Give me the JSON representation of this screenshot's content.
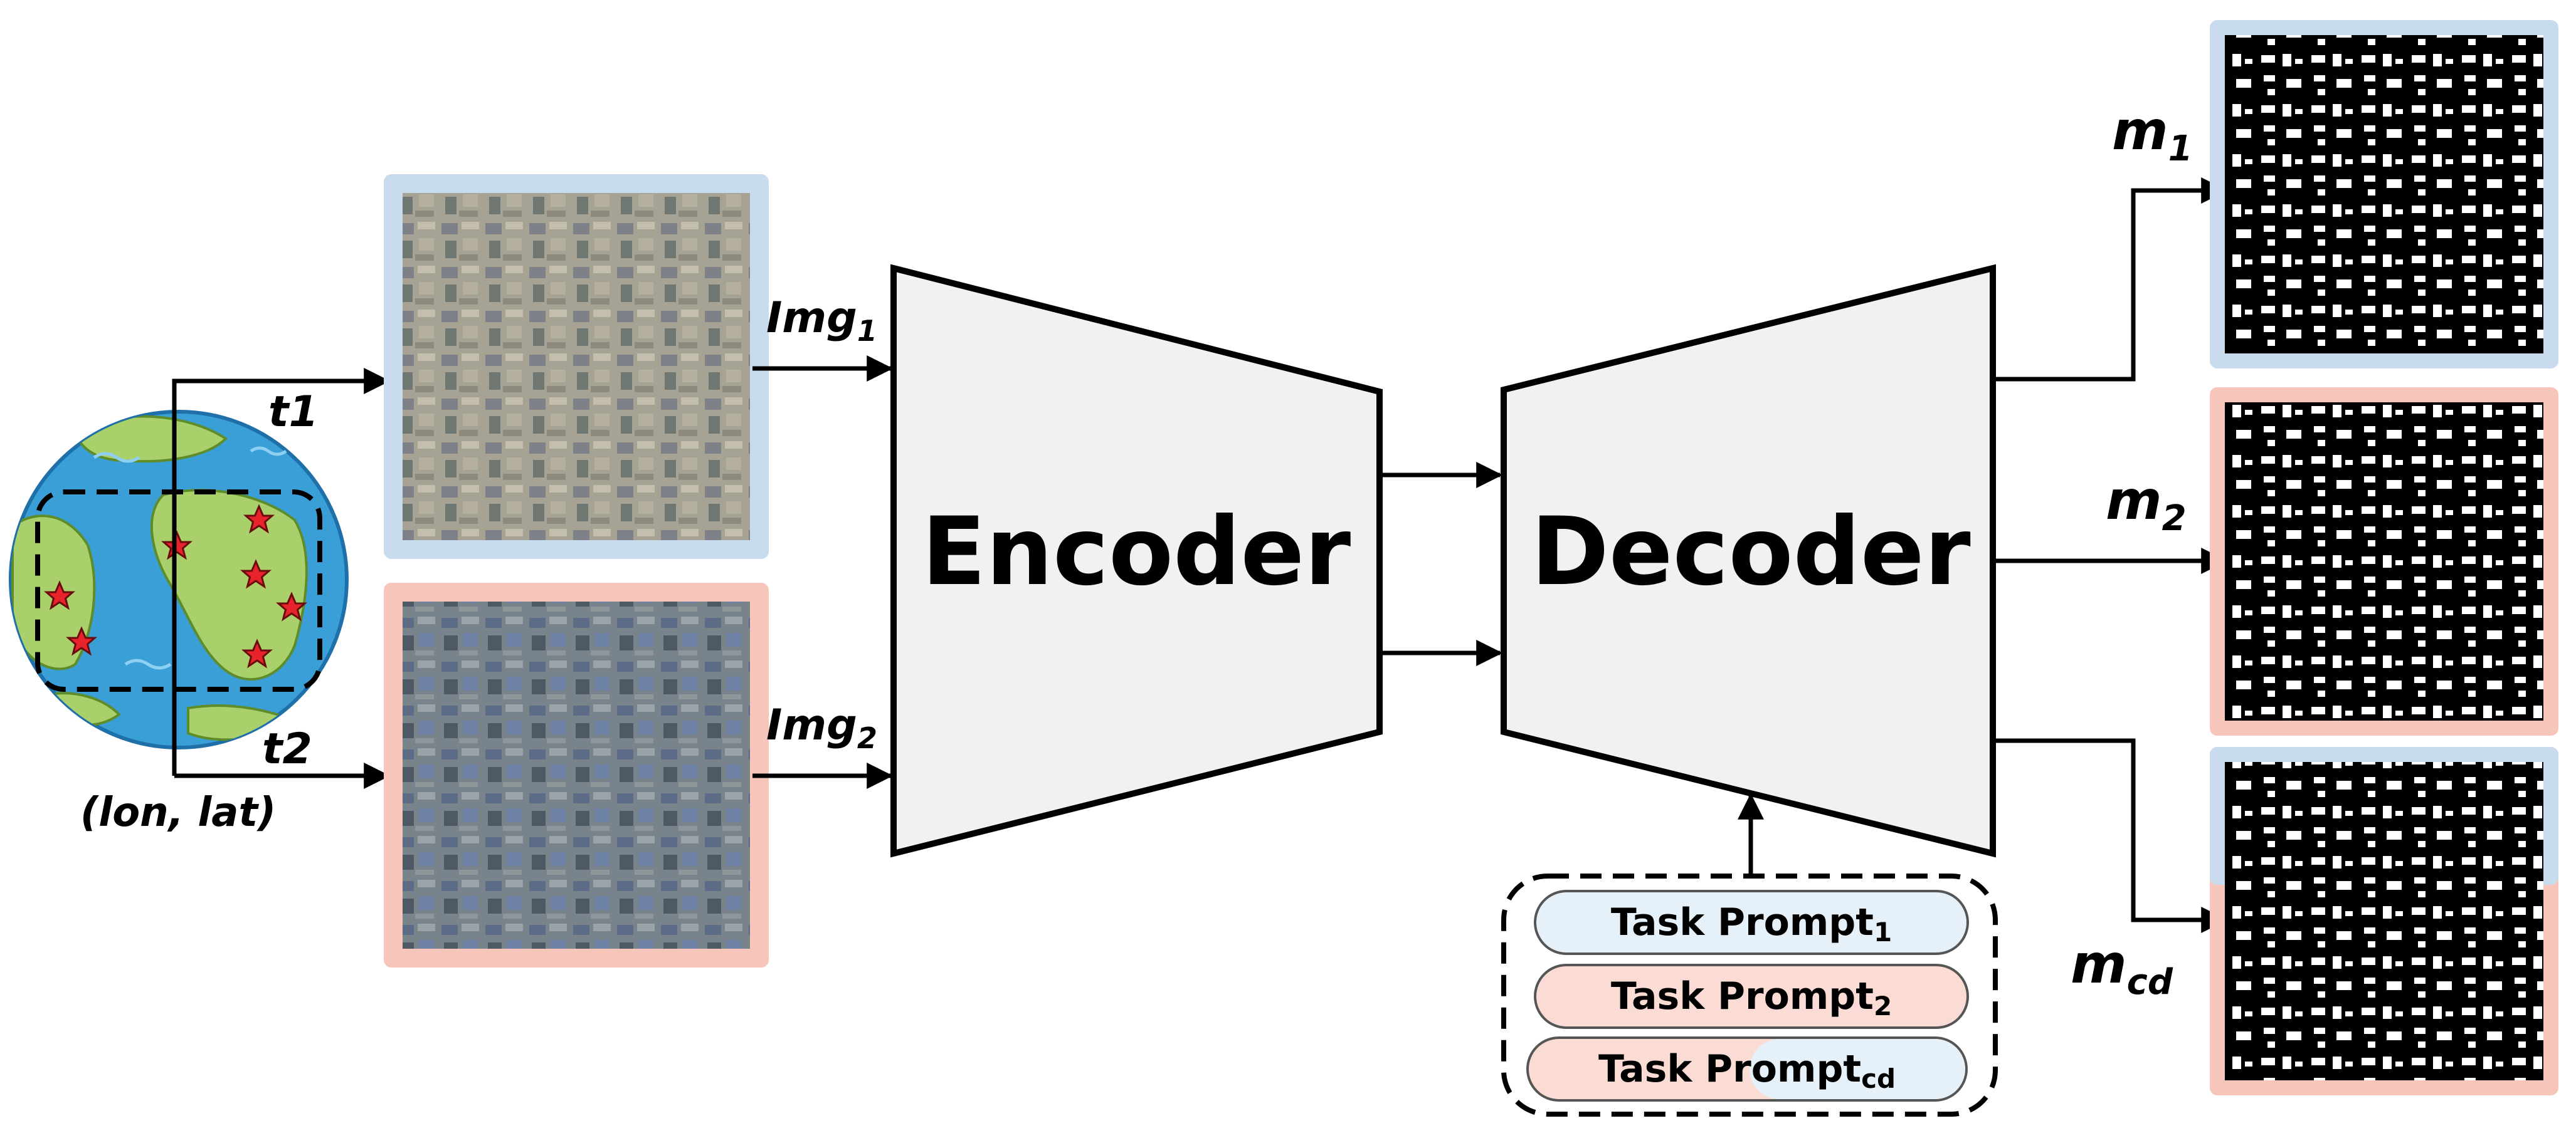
{
  "globe": {
    "coord_label": "(lon, lat)"
  },
  "time_labels": {
    "t1": "t1",
    "t2": "t2"
  },
  "images": {
    "img1": {
      "main": "Img",
      "sub": "1"
    },
    "img2": {
      "main": "Img",
      "sub": "2"
    }
  },
  "encoder": {
    "label": "Encoder"
  },
  "decoder": {
    "label": "Decoder"
  },
  "prompts": [
    {
      "main": "Task Prompt",
      "sub": "1"
    },
    {
      "main": "Task Prompt",
      "sub": "2"
    },
    {
      "main": "Task Prompt",
      "sub": "cd"
    }
  ],
  "outputs": [
    {
      "main": "m",
      "sub": "1"
    },
    {
      "main": "m",
      "sub": "2"
    },
    {
      "main": "m",
      "sub": "cd"
    }
  ],
  "colors": {
    "blue_frame": "#c9dcee",
    "pink_frame": "#f6c6bb",
    "block_fill": "#f1f1f1",
    "ocean": "#3a9fd6",
    "land": "#a9d06a",
    "star": "#e8232b",
    "pill_blue": "#e6f0f8",
    "pill_pink": "#fbdcd5"
  }
}
